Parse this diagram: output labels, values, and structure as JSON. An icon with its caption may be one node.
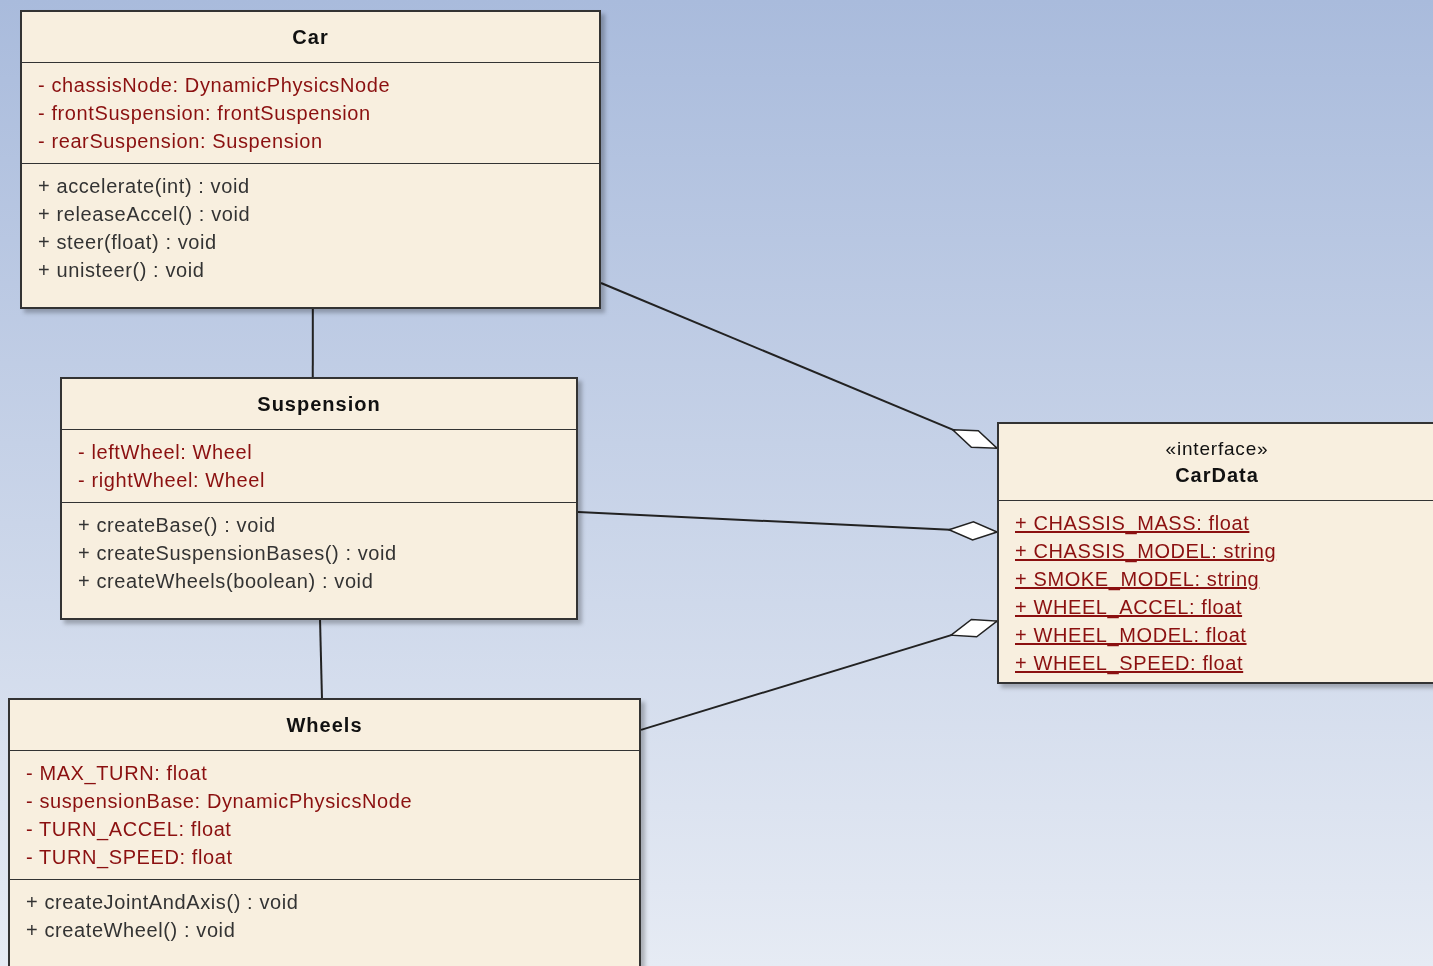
{
  "diagram": {
    "nodes": [
      {
        "text": [
          "Car",
          "- chassisNode: DynamicPhysicsNode",
          "- frontSuspension: frontSuspension",
          "- rearSuspension: Suspension",
          "+ accelerate(int) : void",
          "+ releaseAccel() : void",
          "+ steer(float) : void",
          "+ unisteer() : void"
        ]
      },
      {
        "text": [
          "Suspension",
          "- leftWheel: Wheel",
          "- rightWheel: Wheel",
          "+ createBase() : void",
          "+ createSuspensionBases() : void",
          "+ createWheels(boolean) : void"
        ]
      },
      {
        "text": [
          "Wheels",
          "- MAX_TURN: float",
          "- suspensionBase: DynamicPhysicsNode",
          "- TURN_ACCEL: float",
          "- TURN_SPEED: float",
          "+ createJointAndAxis() : void",
          "+ createWheel() : void"
        ]
      },
      {
        "text": [
          "«interface»",
          "CarData",
          "+ CHASSIS_MASS: float",
          "+ CHASSIS_MODEL: string",
          "+ SMOKE_MODEL: string",
          "+ WHEEL_ACCEL: float",
          "+ WHEEL_MODEL: float",
          "+ WHEEL_SPEED: float"
        ]
      }
    ],
    "edges": [
      {
        "from": 0,
        "to": 1,
        "arrow": "none"
      },
      {
        "from": 1,
        "to": 2,
        "arrow": "none"
      },
      {
        "from": 0,
        "to": 3,
        "arrow": "other"
      },
      {
        "from": 1,
        "to": 3,
        "arrow": "other"
      },
      {
        "from": 2,
        "to": 3,
        "arrow": "other"
      }
    ]
  }
}
